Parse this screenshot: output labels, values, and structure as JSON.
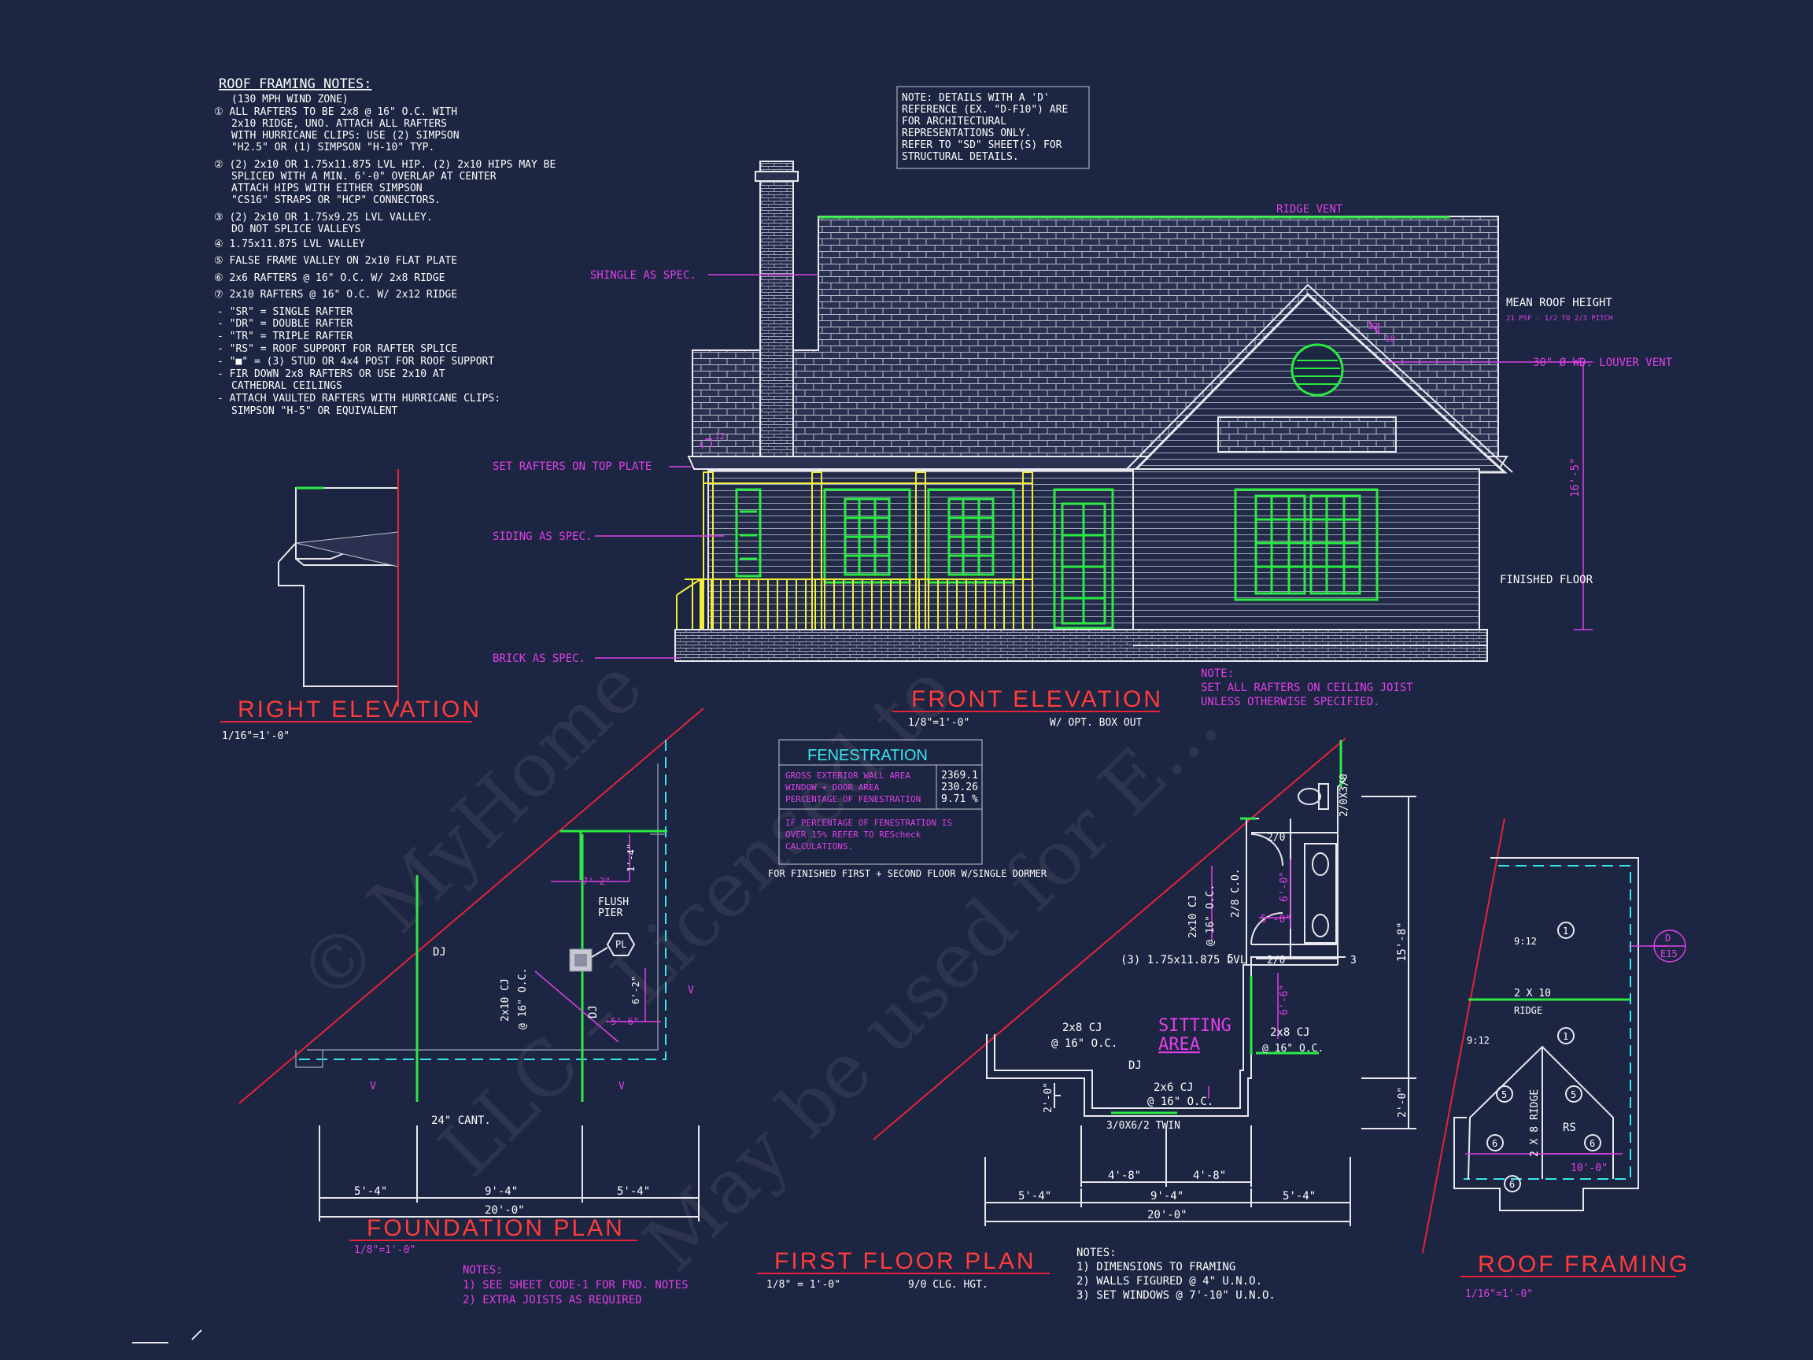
{
  "roof_framing_notes": {
    "title": "ROOF FRAMING NOTES:",
    "lines": [
      "(130 MPH WIND ZONE)",
      "① ALL RAFTERS TO BE 2x8 @ 16\" O.C. WITH",
      "2x10 RIDGE, UNO. ATTACH ALL RAFTERS",
      "WITH HURRICANE CLIPS: USE (2) SIMPSON",
      "\"H2.5\" OR (1) SIMPSON \"H-10\" TYP.",
      "② (2) 2x10 OR 1.75x11.875 LVL HIP. (2) 2x10 HIPS MAY BE",
      "SPLICED WITH A MIN. 6'-0\" OVERLAP AT CENTER",
      "ATTACH HIPS WITH EITHER SIMPSON",
      "\"CS16\" STRAPS OR \"HCP\" CONNECTORS.",
      "③ (2) 2x10 OR 1.75x9.25 LVL VALLEY.",
      "DO NOT SPLICE VALLEYS",
      "④ 1.75x11.875 LVL VALLEY",
      "⑤ FALSE FRAME VALLEY ON 2x10 FLAT PLATE",
      "⑥ 2x6 RAFTERS @ 16\" O.C. W/ 2x8 RIDGE",
      "⑦ 2x10 RAFTERS @ 16\" O.C. W/ 2x12 RIDGE",
      "- \"SR\" = SINGLE RAFTER",
      "- \"DR\" = DOUBLE RAFTER",
      "- \"TR\" = TRIPLE RAFTER",
      "- \"RS\" = ROOF SUPPORT FOR RAFTER SPLICE",
      "- \"■\" = (3) STUD OR 4x4 POST FOR ROOF SUPPORT",
      "- FIR DOWN 2x8 RAFTERS OR USE 2x10 AT",
      "CATHEDRAL CEILINGS",
      "- ATTACH VAULTED RAFTERS WITH HURRICANE CLIPS:",
      "SIMPSON \"H-5\" OR EQUIVALENT"
    ]
  },
  "detail_note": {
    "lines": [
      "NOTE: DETAILS WITH A 'D'",
      "REFERENCE (EX. \"D-F10\") ARE",
      "FOR ARCHITECTURAL",
      "REPRESENTATIONS ONLY.",
      "REFER TO \"SD\" SHEET(S) FOR",
      "STRUCTURAL DETAILS."
    ]
  },
  "front_elevation": {
    "title": "FRONT ELEVATION",
    "scale": "1/8\"=1'-0\"",
    "subtitle": "W/ OPT. BOX OUT",
    "labels": {
      "ridge_vent": "RIDGE VENT",
      "shingle": "SHINGLE AS SPEC.",
      "set_rafters": "SET RAFTERS ON TOP PLATE",
      "siding": "SIDING AS SPEC.",
      "brick": "BRICK AS SPEC.",
      "mean_roof_height": "MEAN ROOF HEIGHT",
      "mean_roof_sub": "21 PSF - 1/2 TO 2/3 PITCH",
      "louver_vent": "30\" Ø WD. LOUVER VENT",
      "height_dim": "16'-5\"",
      "finished_floor": "FINISHED FLOOR",
      "pitch_12": "12",
      "pitch_10": "10",
      "pitch_4": "4",
      "pitch_12b": "12"
    },
    "note_lines": [
      "NOTE:",
      "SET ALL RAFTERS ON CEILING JOIST",
      "UNLESS OTHERWISE SPECIFIED."
    ]
  },
  "right_elevation": {
    "title": "RIGHT ELEVATION",
    "scale": "1/16\"=1'-0\""
  },
  "fenestration": {
    "title": "FENESTRATION",
    "rows": [
      {
        "label": "GROSS EXTERIOR WALL AREA",
        "value": "2369.1"
      },
      {
        "label": "WINDOW + DOOR AREA",
        "value": "230.26"
      },
      {
        "label": "PERCENTAGE OF FENESTRATION",
        "value": "9.71 %"
      }
    ],
    "note_lines": [
      "IF PERCENTAGE OF FENESTRATION IS",
      "OVER 15% REFER TO REScheck",
      "CALCULATIONS."
    ],
    "footer": "FOR FINISHED FIRST + SECOND FLOOR W/SINGLE DORMER"
  },
  "foundation_plan": {
    "title": "FOUNDATION PLAN",
    "scale": "1/8\"=1'-0\"",
    "labels": {
      "dj_left": "DJ",
      "dj_right": "DJ",
      "cj_1": "2x10 CJ",
      "cj_2": "@ 16\" O.C.",
      "flush_pier_1": "FLUSH",
      "flush_pier_2": "PIER",
      "pl": "PL",
      "dim_1_4": "1'-4\"",
      "dim_7_2": "7'-2\"",
      "dim_6_2": "6'-2\"",
      "dim_5_6": "5'-6\"",
      "cant": "24\" CANT.",
      "v1": "V",
      "v2": "V",
      "v3": "V",
      "dim_a": "5'-4\"",
      "dim_b": "9'-4\"",
      "dim_c": "5'-4\"",
      "dim_total": "20'-0\""
    },
    "notes": [
      "NOTES:",
      "1) SEE SHEET CODE-1 FOR FND. NOTES",
      "2) EXTRA JOISTS AS REQUIRED"
    ]
  },
  "first_floor_plan": {
    "title": "FIRST FLOOR PLAN",
    "scale": "1/8\" = 1'-0\"",
    "ceiling": "9/0 CLG. HGT.",
    "labels": {
      "win_2010": "2/0X3/0",
      "d20a": "2/0",
      "d20b": "2/0",
      "cj_1": "2x10 CJ",
      "cj_2": "@ 16\" O.C.",
      "d28": "2/8 C.O.",
      "dim_6_0": "6'-0\"",
      "dim_5_0": "5'-0\"",
      "dim_6_6": "6'-6\"",
      "lvl": "(3) 1.75x11.875 LVL",
      "n5": "5",
      "n3": "3",
      "room_1": "SITTING",
      "room_2": "AREA",
      "cj8_1": "2x8 CJ",
      "cj8_2": "@ 16\" O.C.",
      "cj8b_1": "2x8 CJ",
      "cj8b_2": "@ 16\" O.C.",
      "dj": "DJ",
      "cj6_1": "2x6 CJ",
      "cj6_2": "@ 16\" O.C.",
      "twin": "3/0X6/2 TWIN",
      "d2_0_left": "2'-0\"",
      "d2_0_right": "2'-0\"",
      "d15_8": "15'-8\"",
      "d4_8a": "4'-8\"",
      "d4_8b": "4'-8\"",
      "d5_4a": "5'-4\"",
      "d9_4": "9'-4\"",
      "d5_4b": "5'-4\"",
      "d20": "20'-0\""
    },
    "notes": [
      "NOTES:",
      "1) DIMENSIONS TO FRAMING",
      "2) WALLS FIGURED @ 4\" U.N.O.",
      "3) SET WINDOWS @ 7'-10\" U.N.O."
    ]
  },
  "roof_framing": {
    "title": "ROOF FRAMING",
    "scale": "1/16\"=1'-0\"",
    "labels": {
      "pitch_a": "9:12",
      "pitch_b": "9:12",
      "ridge_1": "2 X 10",
      "ridge_2": "RIDGE",
      "ridge_v": "2 X 8 RIDGE",
      "rs": "RS",
      "dim": "10'-0\"",
      "c1": "1",
      "c1b": "1",
      "c5a": "5",
      "c5b": "5",
      "c6a": "6",
      "c6b": "6",
      "c6c": "6",
      "d_tag": "D",
      "e15_tag": "E15"
    }
  },
  "watermark": {
    "line1": "© MyHome",
    "line2": "LLC – Licensed to",
    "line3": "May be used for E..."
  },
  "colors": {
    "background": "#1c2541",
    "white": "#ffffff",
    "magenta": "#e040e8",
    "red": "#ff3b3b",
    "green": "#2bea44",
    "yellow": "#f2ee3a",
    "cyan": "#38e6ee"
  }
}
